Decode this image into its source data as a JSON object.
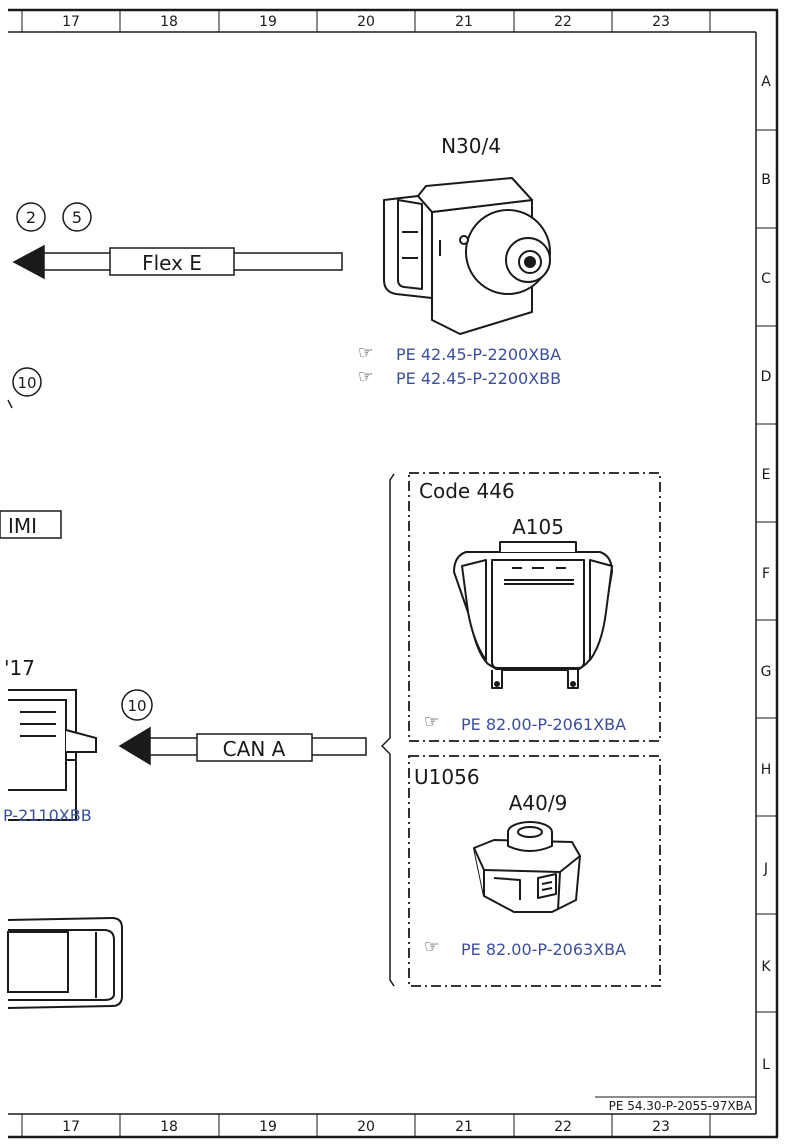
{
  "frame": {
    "columns": [
      "17",
      "18",
      "19",
      "20",
      "21",
      "22",
      "23"
    ],
    "rows": [
      "A",
      "B",
      "C",
      "D",
      "E",
      "F",
      "G",
      "H",
      "J",
      "K",
      "L"
    ],
    "doc_number": "PE 54.30-P-2055-97XBA"
  },
  "components": {
    "n30_4": {
      "label": "N30/4",
      "refs": [
        "PE 42.45-P-2200XBA",
        "PE 42.45-P-2200XBB"
      ]
    },
    "code446": {
      "title": "Code 446",
      "label": "A105",
      "ref": "PE 82.00-P-2061XBA"
    },
    "u1056": {
      "title": "U1056",
      "label": "A40/9",
      "ref": "PE 82.00-P-2063XBA"
    },
    "left_partial": {
      "label_fragment": "IMI",
      "number_fragment": "'17",
      "ref_fragment": "P-2110XBB"
    }
  },
  "connections": {
    "flex_e": {
      "label": "Flex E",
      "markers": [
        "2",
        "5"
      ]
    },
    "can_a": {
      "label": "CAN A",
      "markers": [
        "10"
      ]
    },
    "marker_mid_left": "10"
  },
  "colors": {
    "reference_link": "#3b4f9e",
    "line": "#1a1a1a"
  }
}
